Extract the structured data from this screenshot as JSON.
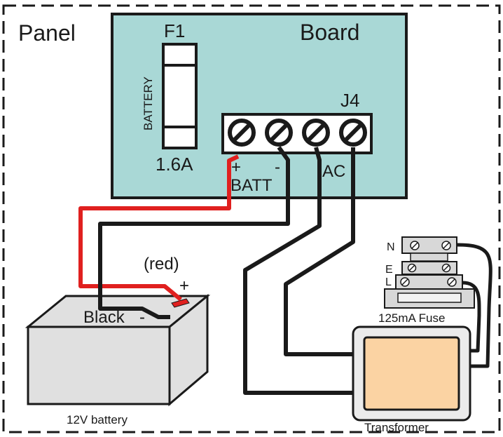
{
  "colors": {
    "board": "#a9d8d6",
    "battery_body": "#e0e0e0",
    "wire_positive": "#e0201f",
    "wire_negative": "#1a1a1a",
    "transformer_core": "#fbd3a3",
    "terminal_block": "#d8d8d8"
  },
  "panel": {
    "label": "Panel"
  },
  "board": {
    "label": "Board"
  },
  "fuse_f1": {
    "label": "F1",
    "side_label": "BATTERY",
    "rating": "1.6A"
  },
  "connector_j4": {
    "label": "J4",
    "plus_label": "+",
    "minus_label": "-",
    "batt_label": "BATT",
    "ac_label": "AC"
  },
  "battery": {
    "color_note": "(red)",
    "plus_label": "+",
    "black_label": "Black",
    "minus_label": "-",
    "label": "12V battery"
  },
  "mains_terminal": {
    "n_label": "N",
    "e_label": "E",
    "l_label": "L"
  },
  "fuse_holder": {
    "label": "125mA Fuse"
  },
  "transformer": {
    "label": "Transformer"
  },
  "icons": [
    "screw-terminal-icon"
  ]
}
